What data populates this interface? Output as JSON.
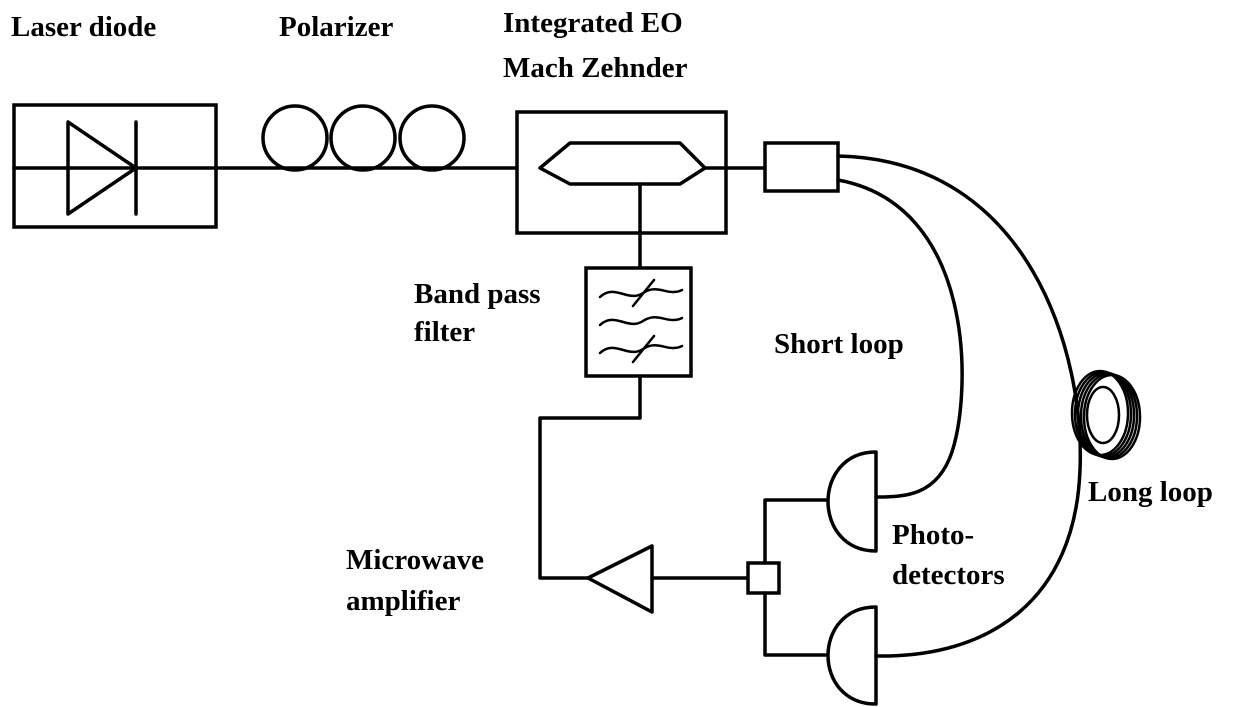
{
  "labels": {
    "laser_diode": "Laser diode",
    "polarizer": "Polarizer",
    "mach_zehnder_line1": "Integrated EO",
    "mach_zehnder_line2": "Mach Zehnder",
    "band_pass_line1": "Band pass",
    "band_pass_line2": "filter",
    "short_loop": "Short loop",
    "long_loop": "Long loop",
    "photodetectors_line1": "Photo-",
    "photodetectors_line2": "detectors",
    "amplifier_line1": "Microwave",
    "amplifier_line2": "amplifier"
  }
}
